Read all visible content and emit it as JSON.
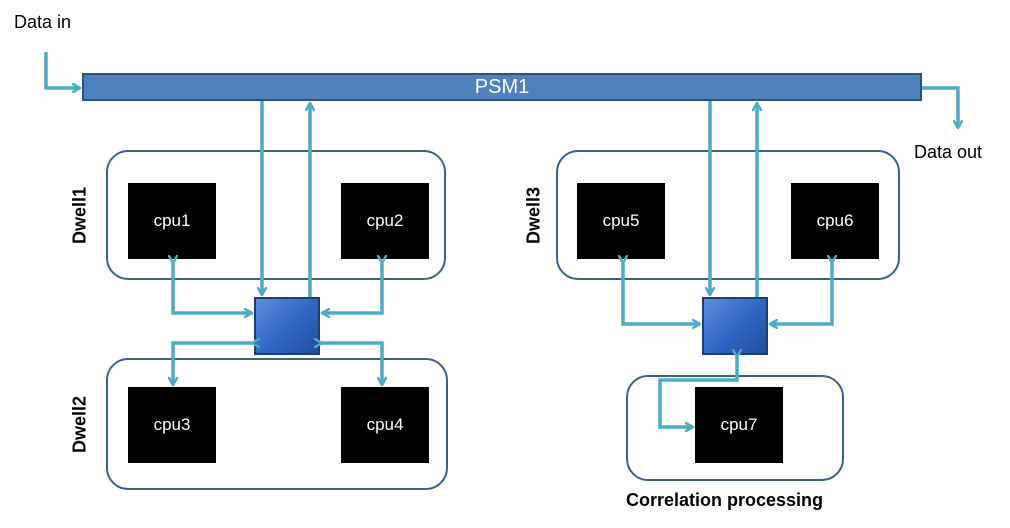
{
  "labels": {
    "data_in": "Data in",
    "data_out": "Data out",
    "bus": "PSM1",
    "correlation": "Correlation processing"
  },
  "dwells": {
    "dwell1": "Dwell1",
    "dwell2": "Dwell2",
    "dwell3": "Dwell3"
  },
  "cpus": {
    "cpu1": "cpu1",
    "cpu2": "cpu2",
    "cpu3": "cpu3",
    "cpu4": "cpu4",
    "cpu5": "cpu5",
    "cpu6": "cpu6",
    "cpu7": "cpu7"
  },
  "colors": {
    "bus_fill": "#4f81bd",
    "arrow": "#4bacc6",
    "cpu_fill": "#000000",
    "group_border": "#3b5f8f"
  }
}
